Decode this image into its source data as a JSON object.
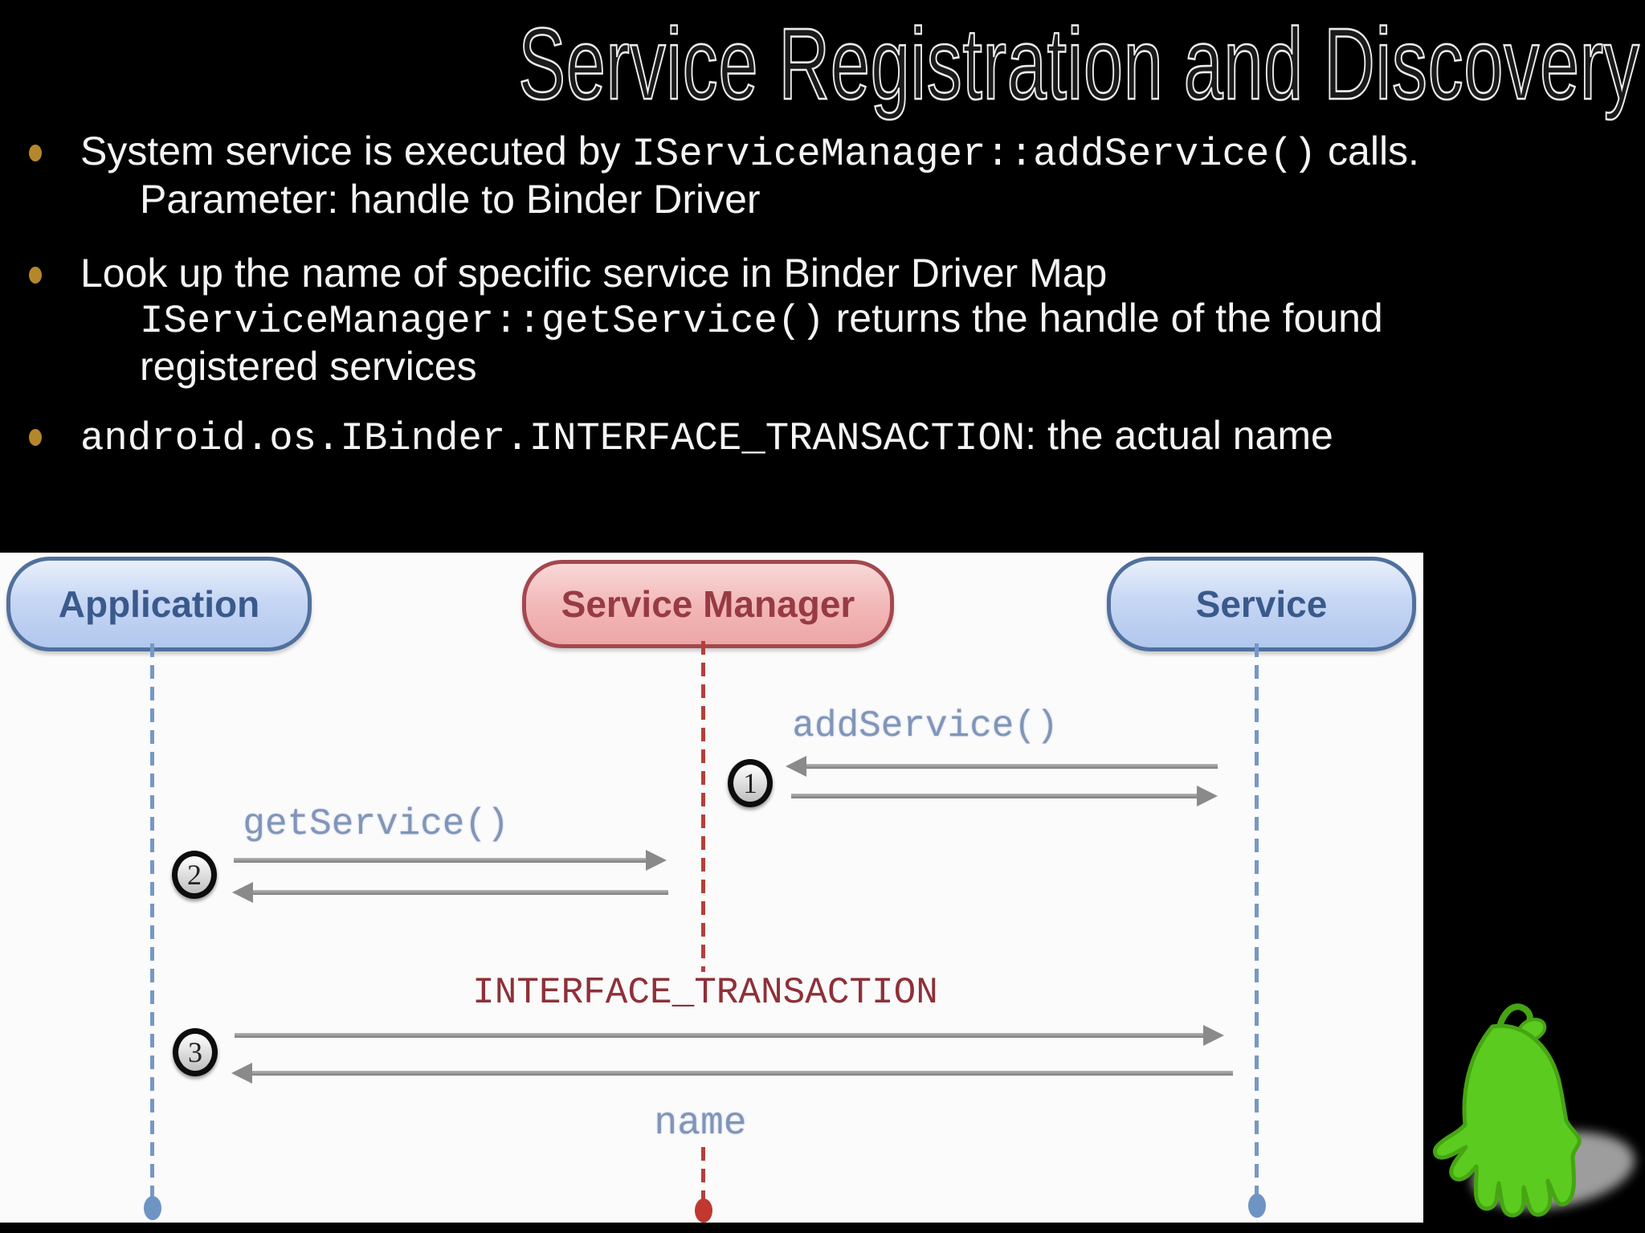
{
  "slide": {
    "title": "Service Registration and Discovery",
    "bullets": [
      {
        "lines": [
          {
            "segments": [
              {
                "t": "System service is executed by ",
                "mono": false
              },
              {
                "t": "IServiceManager::addService()",
                "mono": true
              },
              {
                "t": " calls.",
                "mono": false
              }
            ]
          },
          {
            "indent": true,
            "segments": [
              {
                "t": "Parameter: handle to Binder Driver",
                "mono": false
              }
            ]
          }
        ]
      },
      {
        "lines": [
          {
            "segments": [
              {
                "t": "Look up the name of specific service in Binder Driver Map",
                "mono": false
              }
            ]
          },
          {
            "indent": true,
            "segments": [
              {
                "t": "IServiceManager::getService()",
                "mono": true
              },
              {
                "t": " returns the handle of the found",
                "mono": false
              }
            ]
          },
          {
            "indent": true,
            "segments": [
              {
                "t": "registered services",
                "mono": false
              }
            ]
          }
        ]
      },
      {
        "lines": [
          {
            "segments": [
              {
                "t": "android.os.IBinder.INTERFACE_TRANSACTION",
                "mono": true
              },
              {
                "t": ": the actual name",
                "mono": false
              }
            ]
          }
        ]
      }
    ]
  },
  "diagram": {
    "actors": [
      {
        "id": "application",
        "label": "Application",
        "style": "blue"
      },
      {
        "id": "service-manager",
        "label": "Service Manager",
        "style": "red"
      },
      {
        "id": "service",
        "label": "Service",
        "style": "blue"
      }
    ],
    "messages": [
      {
        "num": "1",
        "label": "addService()",
        "from": "service",
        "to": "service-manager",
        "color": "bluegray"
      },
      {
        "num": "2",
        "label": "getService()",
        "from": "application",
        "to": "service-manager",
        "color": "bluegray"
      },
      {
        "num": "3",
        "label": "INTERFACE_TRANSACTION",
        "from": "application",
        "to": "service",
        "color": "darkred"
      },
      {
        "label": "name",
        "color": "bluegray"
      }
    ]
  },
  "colors": {
    "background": "#000000",
    "title_text": "#ededed",
    "bullet_dot": "#b5872c",
    "body_text": "#f4f4f4",
    "panel_background": "#fbfbfb",
    "actor_blue_border": "#50709e",
    "actor_blue_fill": "#c7d7f4",
    "actor_blue_text": "#3a598c",
    "actor_red_border": "#a3484e",
    "actor_red_fill": "#f2b6b6",
    "actor_red_text": "#973b42",
    "lifeline_blue": "#7598c6",
    "lifeline_red": "#b3403a",
    "arrow_gray": "#8a8a8a",
    "label_bluegray": "#8095b8",
    "label_darkred": "#8e3038",
    "mascot_green": "#5bcb1f",
    "mascot_outline": "#46a513",
    "mascot_shadow": "#b9b9b9"
  },
  "icons": {
    "mascot": "green-ghost-mascot-icon"
  }
}
